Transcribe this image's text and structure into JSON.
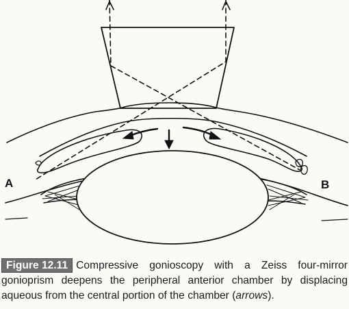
{
  "figure": {
    "label_left": "A",
    "label_right": "B"
  },
  "caption": {
    "figure_number": "Figure 12.11",
    "text_before": "Compressive gonioscopy with a Zeiss four-mirror gonioprism deepens the peripheral anterior chamber by displacing aqueous from the central portion of the chamber (",
    "emphasis": "arrows",
    "text_after": ")."
  }
}
